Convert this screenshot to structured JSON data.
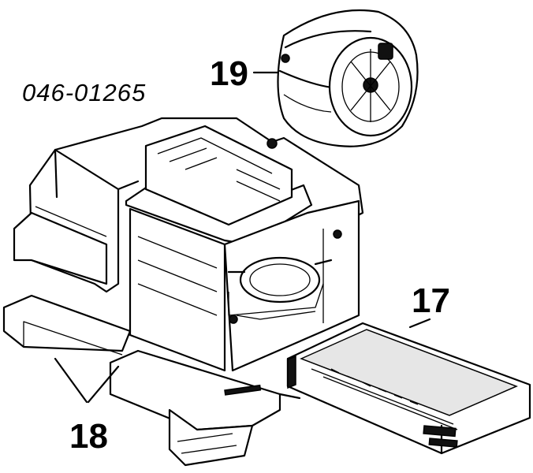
{
  "diagram": {
    "part_number": "046-01265",
    "callouts": {
      "blower_motor": "19",
      "heater_core": "17",
      "heater_housing": "18"
    }
  }
}
